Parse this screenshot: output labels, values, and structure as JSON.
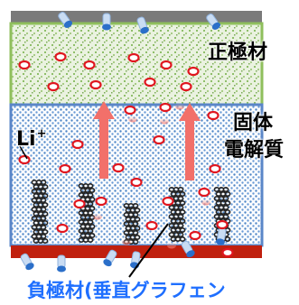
{
  "labels": {
    "cathode": "正極材",
    "solid_electrolyte_line1": "固体",
    "solid_electrolyte_line2": "電解質",
    "li_ion": "Li",
    "li_ion_charge": "+",
    "anode": "負極材(垂直グラフェン"
  },
  "colors": {
    "top_collector": "#7a7a7a",
    "cathode_fill": "#e7f0dc",
    "cathode_pattern": "#9bbf7a",
    "cathode_border": "#8fbf5c",
    "electrolyte_fill": "#ffffff",
    "electrolyte_pattern": "#4f86c6",
    "electrolyte_border": "#5a86c8",
    "anode_substrate": "#c0200e",
    "graphene": "#2a2a2a",
    "ion_red": "#e0161f",
    "electron_blue": "#2b6fc9",
    "arrow": "#f2706a",
    "anode_label": "#1f6fff"
  }
}
